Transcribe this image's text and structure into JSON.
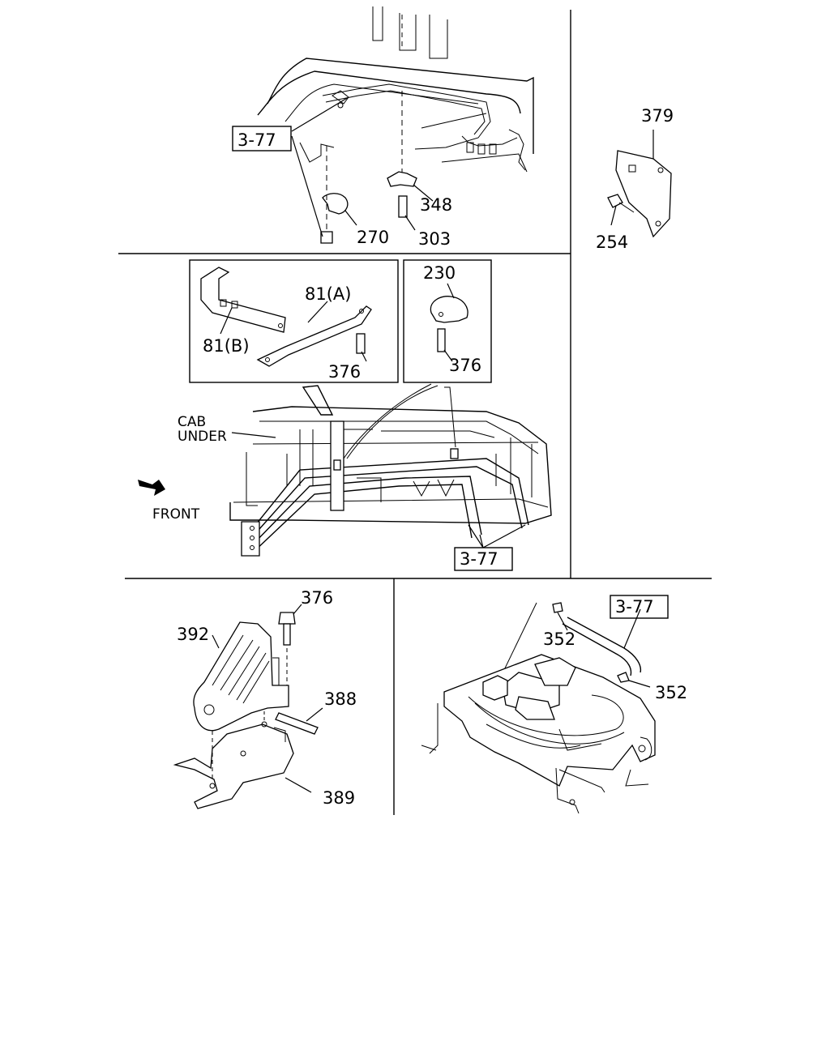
{
  "callouts": {
    "ref_377_top": "3-77",
    "p348": "348",
    "p270": "270",
    "p303": "303",
    "p379": "379",
    "p254": "254",
    "p81a": "81(A)",
    "p81b": "81(B)",
    "p376_inset": "376",
    "p230": "230",
    "p376_clip": "376",
    "ref_377_mid": "3-77",
    "p376_pedal": "376",
    "p392": "392",
    "p388": "388",
    "p389": "389",
    "ref_377_bottom": "3-77",
    "p352_a": "352",
    "p352_b": "352"
  },
  "labels": {
    "cab": "CAB",
    "under": "UNDER",
    "front": "FRONT"
  }
}
